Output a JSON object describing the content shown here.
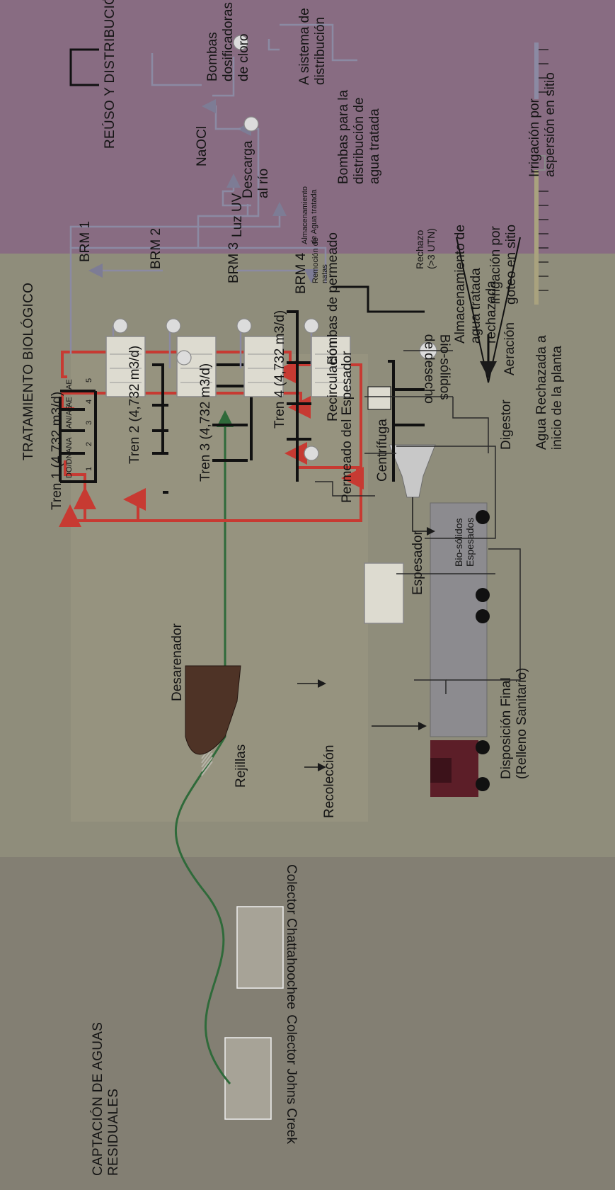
{
  "sections": {
    "captacion": "CAPTACIÓN DE AGUAS\nRESIDUALES",
    "tratamiento": "TRATAMIENTO BIOLÓGICO",
    "reuso": "REÚSO Y DISTRIBUCIÓN"
  },
  "colectores": {
    "johns_creek": "Colector Johns Creek",
    "chattahoochee": "Colector Chattahoochee"
  },
  "pretratamiento": {
    "rejillas": "Rejillas",
    "desarenador": "Desarenador",
    "recoleccion": "Recolección",
    "disposicion": "Disposición Final\n(Relleno Sanitario)"
  },
  "trenes": [
    {
      "label": "Tren 1 (4,732 m3/d)",
      "brm": "BRM 1"
    },
    {
      "label": "Tren 2 (4,732 m3/d)",
      "brm": "BRM 2"
    },
    {
      "label": "Tren 3 (4,732 m3/d)",
      "brm": "BRM 3"
    },
    {
      "label": "Tren 4 (4,732 m3/d)",
      "brm": "BRM 4"
    }
  ],
  "zonas": {
    "tipos": [
      "DO/DN",
      "ANA",
      "AN/AE",
      "AE",
      "AE"
    ],
    "numeros": [
      "1",
      "2",
      "3",
      "4",
      "5"
    ]
  },
  "tratamiento": {
    "remocion_natas": "Remoción de\nnatas",
    "recirculacion": "Recirculación",
    "bombas_permeado": "Bombas de permeado",
    "permeado_espesador": "Permeado del Espesador",
    "centrifuga": "Centrífuga",
    "espesador": "Espesador",
    "biosolidos_espesados": "Bio-sólidos\nEspesados",
    "biosolidos_desecho": "Bio-sólidos\nde desecho",
    "digestor": "Digestor",
    "aeracion": "Aeración",
    "agua_rechazada": "Agua Rechazada a\ninicio de la planta",
    "almacenamiento_rechazada": "Almacenamiento de\nagua tratada\nrechazada",
    "rechazo": "Rechazo\n(>3 UTN)",
    "irrigacion_goteo": "Irrigación por\ngoteo en sitio",
    "luz_uv": "Luz UV",
    "descarga_rio": "Descarga\nal río",
    "almacenamiento_tratada": "Almacenamiento\nde Agua tratada"
  },
  "reuso": {
    "naocl": "NaOCl",
    "bombas_cloro": "Bombas\ndosificadoras\nde cloro",
    "a_sistema": "A sistema de\ndistribución",
    "bombas_distribucion": "Bombas para la\ndistribución de\nagua tratada",
    "irrigacion_aspersion": "Irrigación por\naspersión en sitio"
  },
  "colors": {
    "red": "#c73a32",
    "gray_line": "#8b8aa3",
    "green": "#2f6a3a",
    "purple_zone": "#886c82",
    "olive_zone": "#8d8b79",
    "gray_zone": "#837f73"
  }
}
